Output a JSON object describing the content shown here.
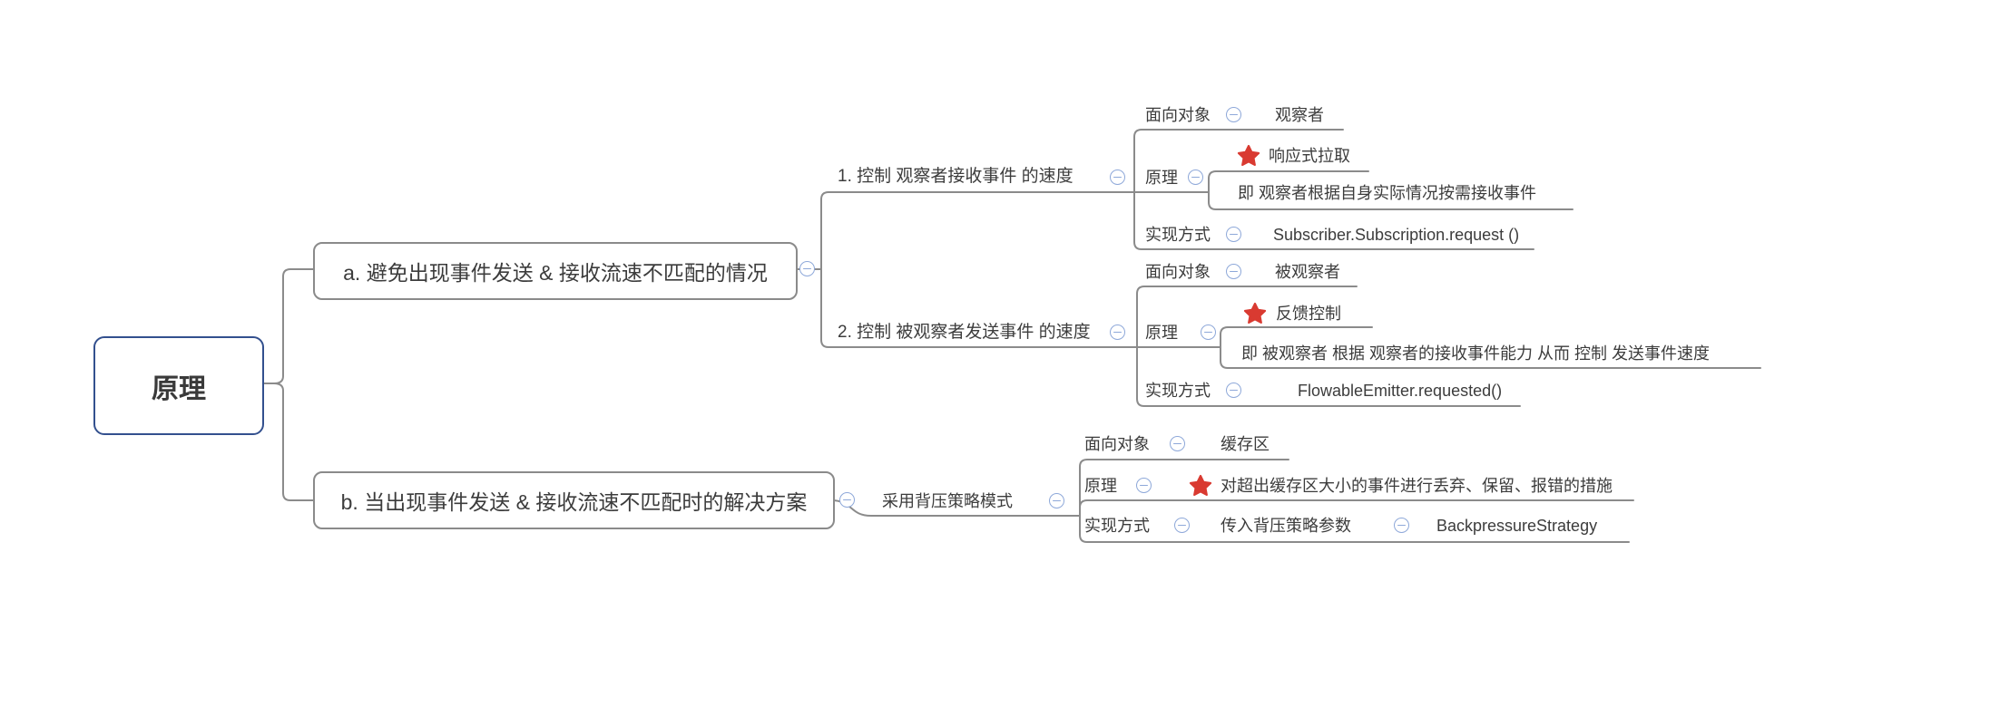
{
  "colors": {
    "line": "#8b8b8b",
    "branch_box_border": "#8a8a8a",
    "root_box_border": "#33508e",
    "text": "#3c3c3c",
    "collapse_icon": "#8ea8d9",
    "star": "#d93a31"
  },
  "root": {
    "label": "原理"
  },
  "branch_a": {
    "label": "a. 避免出现事件发送 & 接收流速不匹配的情况",
    "children": [
      {
        "label": "1. 控制 观察者接收事件 的速度",
        "rows": {
          "target": {
            "key": "面向对象",
            "value": "观察者"
          },
          "principle": {
            "key": "原理",
            "value": "响应式拉取",
            "starred": true,
            "note": "即 观察者根据自身实际情况按需接收事件"
          },
          "implementation": {
            "key": "实现方式",
            "value": "Subscriber.Subscription.request ()"
          }
        }
      },
      {
        "label": "2. 控制 被观察者发送事件 的速度",
        "rows": {
          "target": {
            "key": "面向对象",
            "value": "被观察者"
          },
          "principle": {
            "key": "原理",
            "value": "反馈控制",
            "starred": true,
            "note": "即 被观察者 根据 观察者的接收事件能力 从而 控制 发送事件速度"
          },
          "implementation": {
            "key": "实现方式",
            "value": "FlowableEmitter.requested()"
          }
        }
      }
    ]
  },
  "branch_b": {
    "label": "b. 当出现事件发送 & 接收流速不匹配时的解决方案",
    "children": [
      {
        "label": "采用背压策略模式",
        "rows": {
          "target": {
            "key": "面向对象",
            "value": "缓存区"
          },
          "principle": {
            "key": "原理",
            "value": "对超出缓存区大小的事件进行丢弃、保留、报错的措施",
            "starred": true
          },
          "implementation": {
            "key": "实现方式",
            "value": "传入背压策略参数",
            "value2": "BackpressureStrategy"
          }
        }
      }
    ]
  }
}
